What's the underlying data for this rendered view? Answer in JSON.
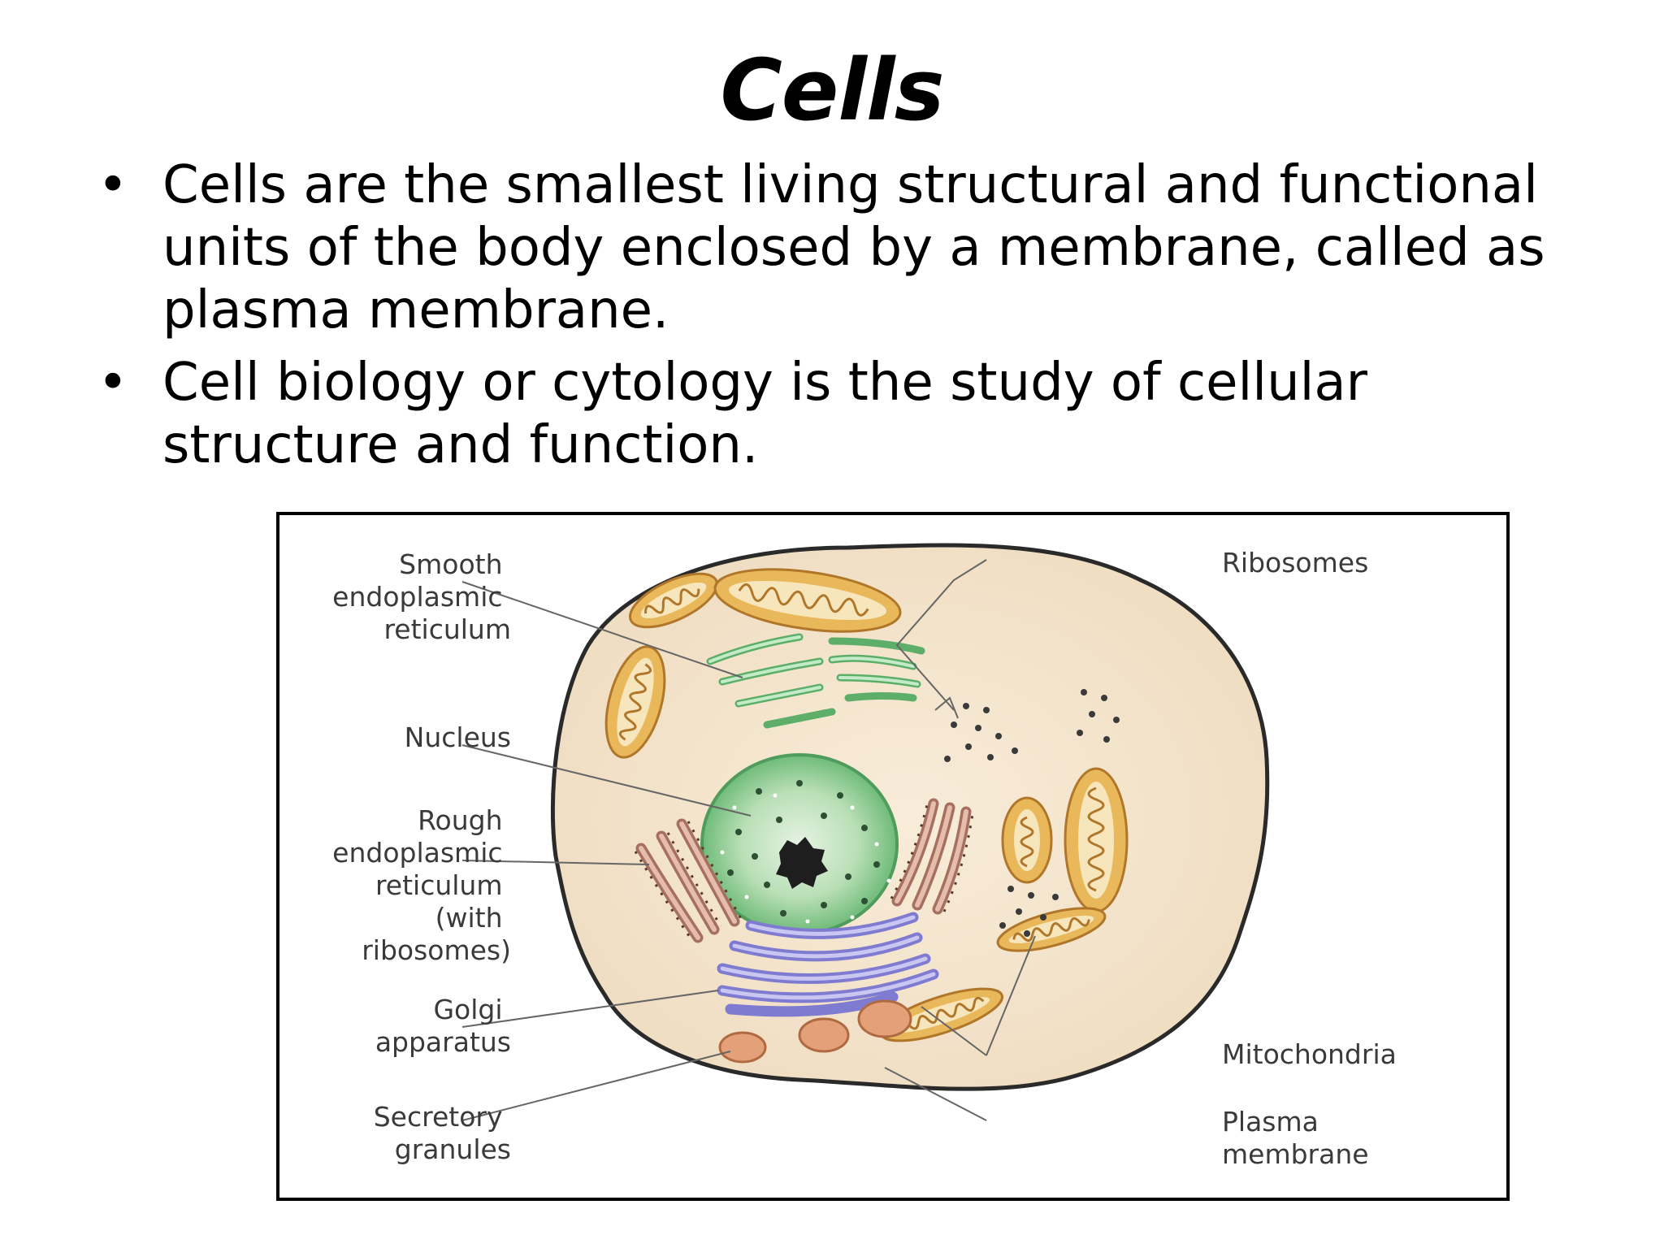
{
  "slide": {
    "title": "Cells",
    "bullets": [
      "Cells are the smallest living structural and functional units of the body enclosed by a membrane, called as plasma membrane.",
      "Cell biology or cytology is the study of cellular structure and function."
    ]
  },
  "diagram": {
    "labels": {
      "smooth_er": [
        "Smooth",
        "endoplasmic",
        "reticulum"
      ],
      "nucleus": [
        "Nucleus"
      ],
      "rough_er": [
        "Rough",
        "endoplasmic",
        "reticulum",
        "(with",
        "ribosomes)"
      ],
      "golgi": [
        "Golgi",
        "apparatus"
      ],
      "secretory": [
        "Secretory",
        "granules"
      ],
      "ribosomes": [
        "Ribosomes"
      ],
      "mitochondria": [
        "Mitochondria"
      ],
      "plasma_membrane": [
        "Plasma",
        "membrane"
      ]
    },
    "colors": {
      "cytoplasm": "#f3e2c9",
      "membrane": "#2a2a2a",
      "mitochondria": "#e9b85a",
      "nucleus": "#7fc48a",
      "golgi": "#9e9be0",
      "rough_er": "#d5a596",
      "smooth_er": "#8ecf96",
      "granules": "#e4a079"
    }
  }
}
